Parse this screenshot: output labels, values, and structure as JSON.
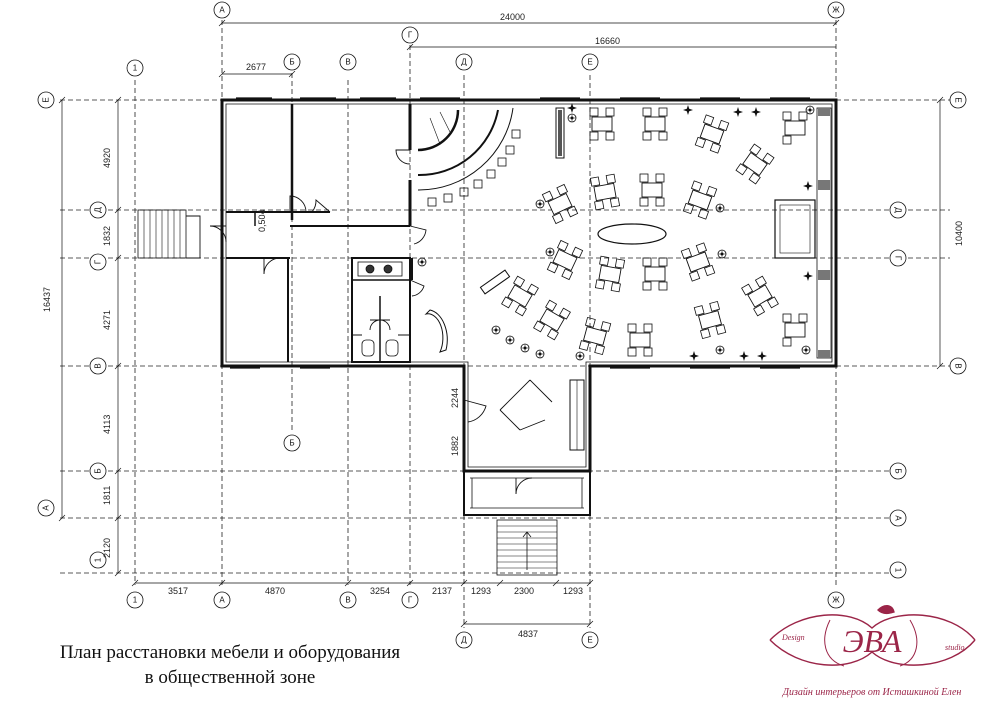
{
  "title": {
    "line1": "План расстановки мебели и оборудования",
    "line2": "в общественной зоне"
  },
  "axes": {
    "vertical": [
      "1",
      "А",
      "Б",
      "В",
      "Г",
      "Д",
      "Е",
      "Ж"
    ],
    "horizontal": [
      "А",
      "Б",
      "В",
      "Г",
      "Д",
      "Е",
      "1"
    ]
  },
  "dimensions": {
    "top_total": "24000",
    "top_partial": "16660",
    "top_ab": "2677",
    "bottom": [
      "3517",
      "4870",
      "3254",
      "2137",
      "1293",
      "2300",
      "1293"
    ],
    "bottom_de": "4837",
    "left_total": "16437",
    "left_parts": [
      "4920",
      "1832",
      "4271",
      "4113",
      "1811",
      "2120"
    ],
    "right": "10400",
    "corridor": "0,504",
    "entrance_upper": "2244",
    "entrance_lower": "1882"
  },
  "logo": {
    "monogram": "ЭВА",
    "design_word": "Design",
    "studio_word": "studio",
    "tagline": "Дизайн интерьеров от Исташкиной Елен"
  },
  "colors": {
    "line": "#111111",
    "axis": "#222222",
    "logo": "#9b2548"
  }
}
